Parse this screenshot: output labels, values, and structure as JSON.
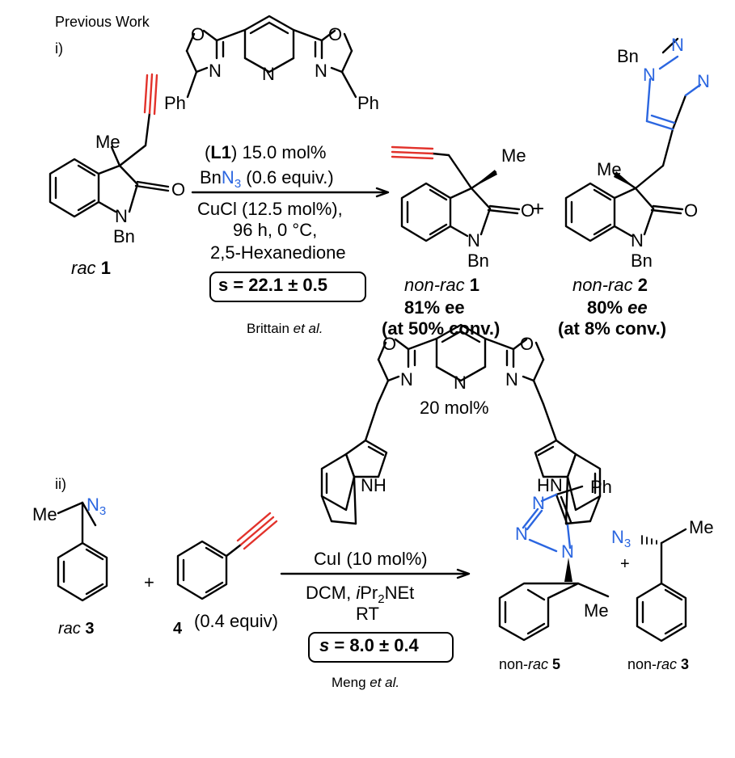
{
  "header": {
    "title": "Previous Work"
  },
  "scheme_i": {
    "label": "i)",
    "ligand": {
      "atom_o": "O",
      "atom_n": "N",
      "ph": "Ph"
    },
    "substrate": {
      "me": "Me",
      "o": "O",
      "n": "N",
      "bn": "Bn",
      "caption_italic": "rac",
      "caption_num": "1"
    },
    "conditions": {
      "line1_bold": "L1",
      "line1_rest": ") 15.0 mol%",
      "line1_open": "(",
      "line2_a": "Bn",
      "line2_b": "N",
      "line2_sub": "3",
      "line2_c": " (0.6 equiv.)",
      "line3": "CuCl (12.5 mol%),",
      "line4": "96 h, 0 °C,",
      "line5": "2,5-Hexanedione",
      "selectivity": "s = 22.1 ± 0.5",
      "citation_a": "Brittain ",
      "citation_b": "et al."
    },
    "product1": {
      "me": "Me",
      "o": "O",
      "n": "N",
      "bn": "Bn",
      "caption_italic": "non-rac",
      "caption_num": "1",
      "ee": "81% ee",
      "conv": "(at 50% conv.)"
    },
    "plus": "+",
    "product2": {
      "bn_top": "Bn",
      "n1": "N",
      "n2": "N",
      "n3": "N",
      "me": "Me",
      "o": "O",
      "n": "N",
      "bn": "Bn",
      "caption_italic": "non-rac",
      "caption_num": "2",
      "ee_a": "80% ",
      "ee_b": "ee",
      "conv": "(at 8% conv.)"
    }
  },
  "scheme_ii": {
    "label": "ii)",
    "ligand": {
      "atom_o": "O",
      "atom_n": "N",
      "nh": "NH",
      "hn": "HN",
      "loading": "20 mol%"
    },
    "azide": {
      "me": "Me",
      "n": "N",
      "sub": "3",
      "caption_italic": "rac",
      "caption_num": "3"
    },
    "plus1": "+",
    "alkyne": {
      "num": "4",
      "equiv": "(0.4 equiv)"
    },
    "conditions": {
      "line1": "CuI (10 mol%)",
      "line2_a": "DCM, ",
      "line2_b": "i",
      "line2_c": "Pr",
      "line2_sub": "2",
      "line2_d": "NEt",
      "line3": "RT",
      "selectivity_a": "s",
      "selectivity_b": " = 8.0 ± 0.4",
      "citation_a": "Meng ",
      "citation_b": "et al."
    },
    "product5": {
      "ph": "Ph",
      "n": "N",
      "me": "Me",
      "caption_a": "non-",
      "caption_b": "rac",
      "caption_num": " 5"
    },
    "plus2": "+",
    "product3": {
      "n": "N",
      "sub": "3",
      "me": "Me",
      "caption_a": "non-",
      "caption_b": "rac",
      "caption_num": " 3"
    }
  }
}
